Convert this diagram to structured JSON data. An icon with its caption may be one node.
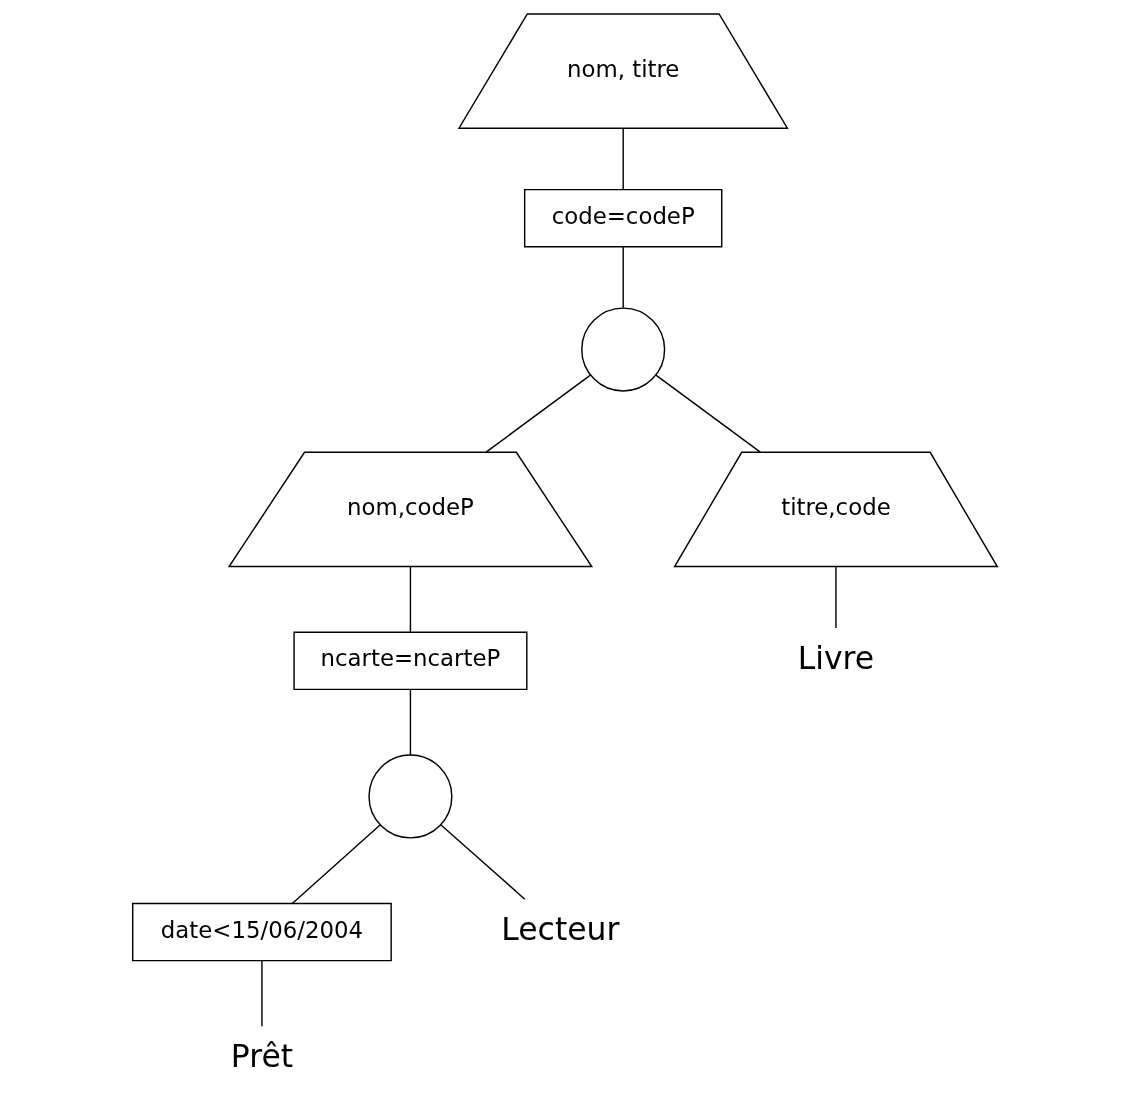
{
  "diagram": {
    "nodes": [
      {
        "text": [
          "nom, titre"
        ]
      },
      {
        "text": [
          "code=codeP"
        ]
      },
      {
        "text": [],
        "shape": "circle"
      },
      {
        "text": [
          "nom,codeP"
        ]
      },
      {
        "text": [
          "titre,code"
        ]
      },
      {
        "text": [
          "Livre"
        ]
      },
      {
        "text": [
          "ncarte=ncarteP"
        ]
      },
      {
        "text": [],
        "shape": "circle"
      },
      {
        "text": [
          "date<15/06/2004"
        ]
      },
      {
        "text": [
          "Lecteur"
        ]
      },
      {
        "text": [
          "Prêt"
        ]
      }
    ],
    "edges": [
      {
        "from": 0,
        "to": 1,
        "arrow": "none"
      },
      {
        "from": 1,
        "to": 2,
        "arrow": "none"
      },
      {
        "from": 2,
        "to": 3,
        "arrow": "none"
      },
      {
        "from": 2,
        "to": 4,
        "arrow": "none"
      },
      {
        "from": 4,
        "to": 5,
        "arrow": "none"
      },
      {
        "from": 3,
        "to": 6,
        "arrow": "none"
      },
      {
        "from": 6,
        "to": 7,
        "arrow": "none"
      },
      {
        "from": 7,
        "to": 8,
        "arrow": "none"
      },
      {
        "from": 7,
        "to": 9,
        "arrow": "none"
      },
      {
        "from": 8,
        "to": 10,
        "arrow": "none"
      }
    ]
  }
}
